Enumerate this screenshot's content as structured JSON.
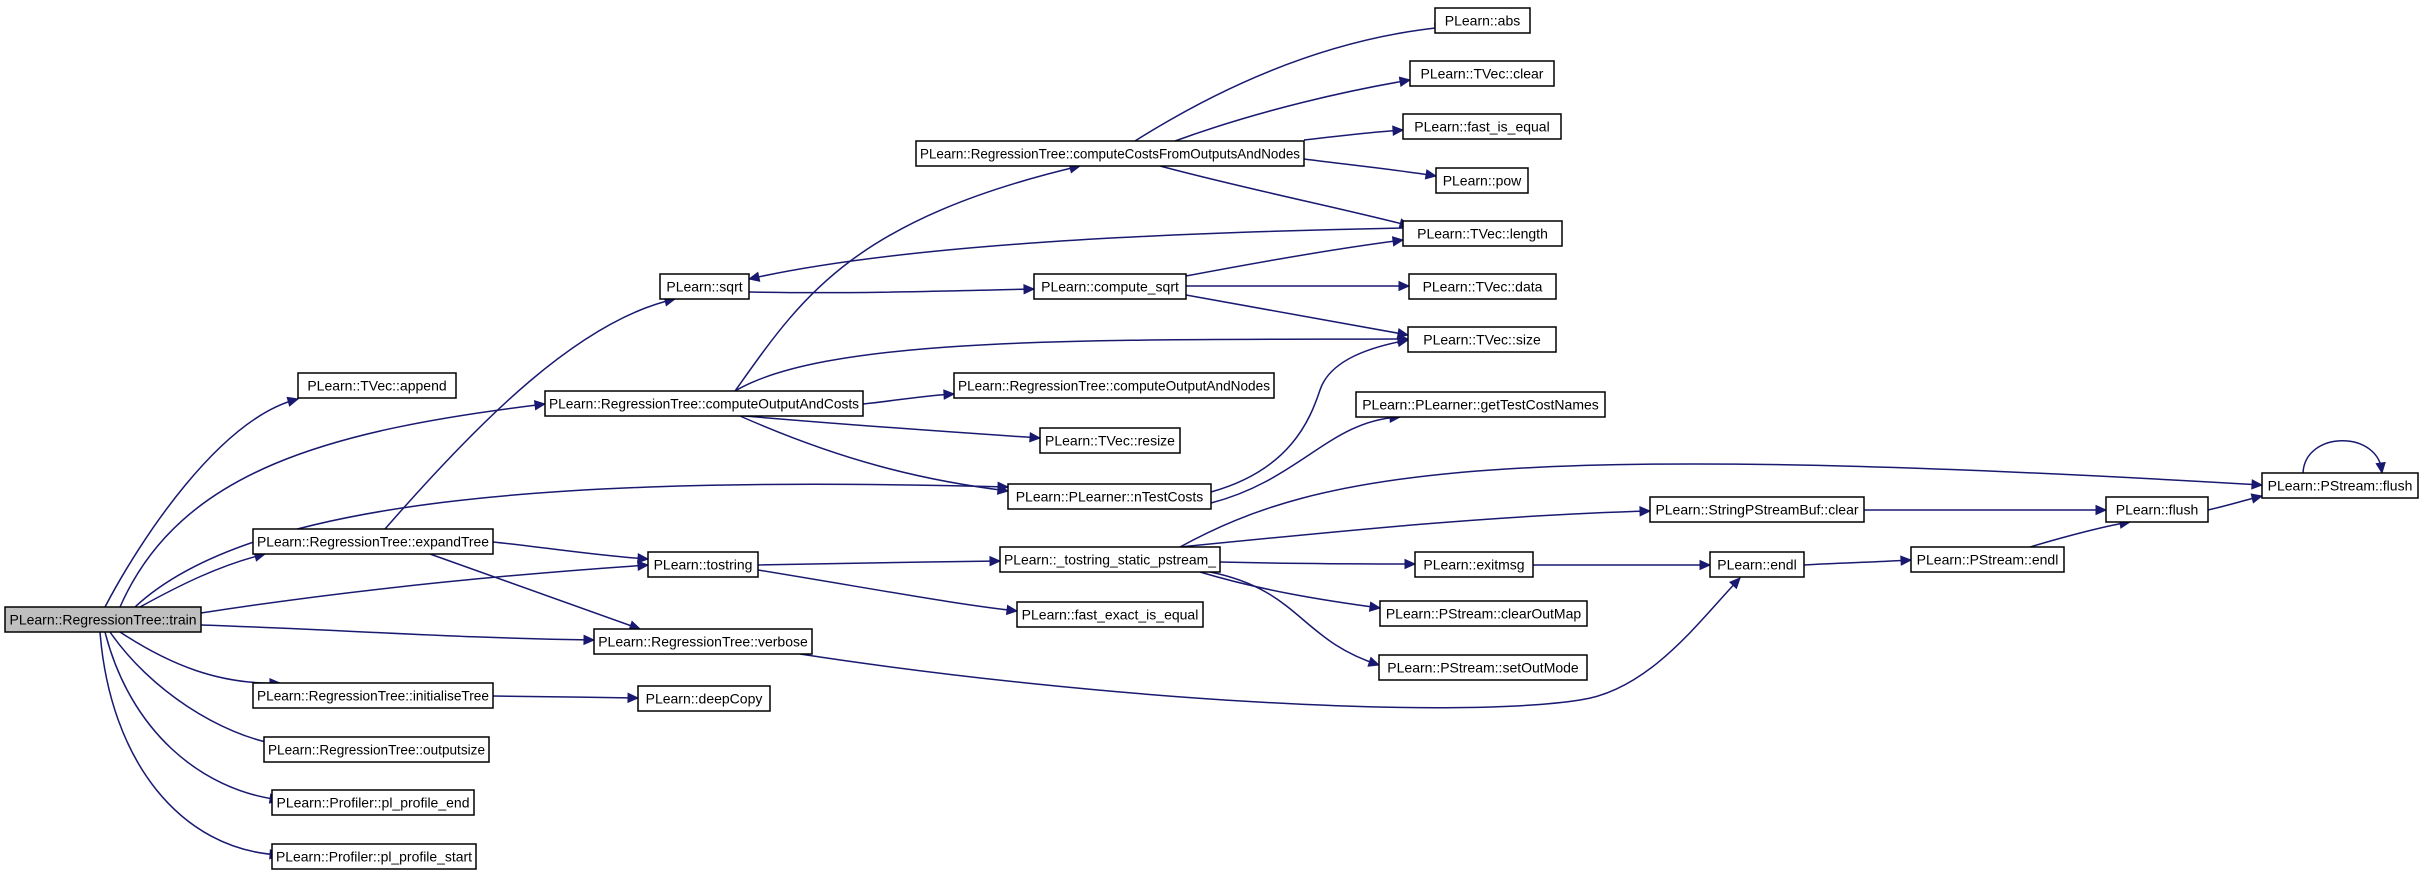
{
  "diagram": {
    "type": "call-graph",
    "nodes": [
      {
        "id": "train",
        "label": "PLearn::RegressionTree::train",
        "root": true
      },
      {
        "id": "append",
        "label": "PLearn::TVec::append"
      },
      {
        "id": "computeOutputAndCosts",
        "label": "PLearn::RegressionTree::computeOutputAndCosts"
      },
      {
        "id": "nTestCosts",
        "label": "PLearn::PLearner::nTestCosts"
      },
      {
        "id": "expandTree",
        "label": "PLearn::RegressionTree::expandTree"
      },
      {
        "id": "tostring",
        "label": "PLearn::tostring"
      },
      {
        "id": "verbose",
        "label": "PLearn::RegressionTree::verbose"
      },
      {
        "id": "initialiseTree",
        "label": "PLearn::RegressionTree::initialiseTree"
      },
      {
        "id": "outputsize",
        "label": "PLearn::RegressionTree::outputsize"
      },
      {
        "id": "pl_profile_end",
        "label": "PLearn::Profiler::pl_profile_end"
      },
      {
        "id": "pl_profile_start",
        "label": "PLearn::Profiler::pl_profile_start"
      },
      {
        "id": "sqrt",
        "label": "PLearn::sqrt"
      },
      {
        "id": "computeCostsFromOutputsAndNodes",
        "label": "PLearn::RegressionTree::computeCostsFromOutputsAndNodes"
      },
      {
        "id": "compute_sqrt",
        "label": "PLearn::compute_sqrt"
      },
      {
        "id": "computeOutputAndNodes",
        "label": "PLearn::RegressionTree::computeOutputAndNodes"
      },
      {
        "id": "resize",
        "label": "PLearn::TVec::resize"
      },
      {
        "id": "tostring_static",
        "label": "PLearn::_tostring_static_pstream_"
      },
      {
        "id": "fast_exact_is_equal",
        "label": "PLearn::fast_exact_is_equal"
      },
      {
        "id": "deepCopy",
        "label": "PLearn::deepCopy"
      },
      {
        "id": "abs",
        "label": "PLearn::abs"
      },
      {
        "id": "tvec_clear",
        "label": "PLearn::TVec::clear"
      },
      {
        "id": "fast_is_equal",
        "label": "PLearn::fast_is_equal"
      },
      {
        "id": "pow",
        "label": "PLearn::pow"
      },
      {
        "id": "length",
        "label": "PLearn::TVec::length"
      },
      {
        "id": "data",
        "label": "PLearn::TVec::data"
      },
      {
        "id": "size",
        "label": "PLearn::TVec::size"
      },
      {
        "id": "getTestCostNames",
        "label": "PLearn::PLearner::getTestCostNames"
      },
      {
        "id": "stringbuf_clear",
        "label": "PLearn::StringPStreamBuf::clear"
      },
      {
        "id": "exitmsg",
        "label": "PLearn::exitmsg"
      },
      {
        "id": "clearOutMap",
        "label": "PLearn::PStream::clearOutMap"
      },
      {
        "id": "setOutMode",
        "label": "PLearn::PStream::setOutMode"
      },
      {
        "id": "endl",
        "label": "PLearn::endl"
      },
      {
        "id": "pstream_endl",
        "label": "PLearn::PStream::endl"
      },
      {
        "id": "flush",
        "label": "PLearn::flush"
      },
      {
        "id": "pstream_flush",
        "label": "PLearn::PStream::flush"
      }
    ],
    "edges": [
      [
        "train",
        "append"
      ],
      [
        "train",
        "computeOutputAndCosts"
      ],
      [
        "train",
        "nTestCosts"
      ],
      [
        "train",
        "expandTree"
      ],
      [
        "train",
        "tostring"
      ],
      [
        "train",
        "verbose"
      ],
      [
        "train",
        "initialiseTree"
      ],
      [
        "train",
        "outputsize"
      ],
      [
        "train",
        "pl_profile_end"
      ],
      [
        "train",
        "pl_profile_start"
      ],
      [
        "computeOutputAndCosts",
        "computeCostsFromOutputsAndNodes"
      ],
      [
        "computeOutputAndCosts",
        "size"
      ],
      [
        "computeOutputAndCosts",
        "computeOutputAndNodes"
      ],
      [
        "computeOutputAndCosts",
        "resize"
      ],
      [
        "computeOutputAndCosts",
        "nTestCosts"
      ],
      [
        "expandTree",
        "sqrt"
      ],
      [
        "expandTree",
        "tostring"
      ],
      [
        "expandTree",
        "verbose"
      ],
      [
        "computeCostsFromOutputsAndNodes",
        "abs"
      ],
      [
        "computeCostsFromOutputsAndNodes",
        "tvec_clear"
      ],
      [
        "computeCostsFromOutputsAndNodes",
        "fast_is_equal"
      ],
      [
        "computeCostsFromOutputsAndNodes",
        "pow"
      ],
      [
        "computeCostsFromOutputsAndNodes",
        "length"
      ],
      [
        "sqrt",
        "compute_sqrt"
      ],
      [
        "length",
        "sqrt"
      ],
      [
        "compute_sqrt",
        "length"
      ],
      [
        "compute_sqrt",
        "data"
      ],
      [
        "compute_sqrt",
        "size"
      ],
      [
        "nTestCosts",
        "size"
      ],
      [
        "nTestCosts",
        "getTestCostNames"
      ],
      [
        "tostring",
        "tostring_static"
      ],
      [
        "tostring",
        "fast_exact_is_equal"
      ],
      [
        "tostring_static",
        "pstream_flush"
      ],
      [
        "tostring_static",
        "stringbuf_clear"
      ],
      [
        "tostring_static",
        "exitmsg"
      ],
      [
        "tostring_static",
        "clearOutMap"
      ],
      [
        "tostring_static",
        "setOutMode"
      ],
      [
        "stringbuf_clear",
        "flush"
      ],
      [
        "exitmsg",
        "endl"
      ],
      [
        "endl",
        "pstream_endl"
      ],
      [
        "pstream_endl",
        "flush"
      ],
      [
        "flush",
        "pstream_flush"
      ],
      [
        "pstream_flush",
        "pstream_flush"
      ],
      [
        "verbose",
        "endl"
      ],
      [
        "initialiseTree",
        "deepCopy"
      ]
    ]
  }
}
